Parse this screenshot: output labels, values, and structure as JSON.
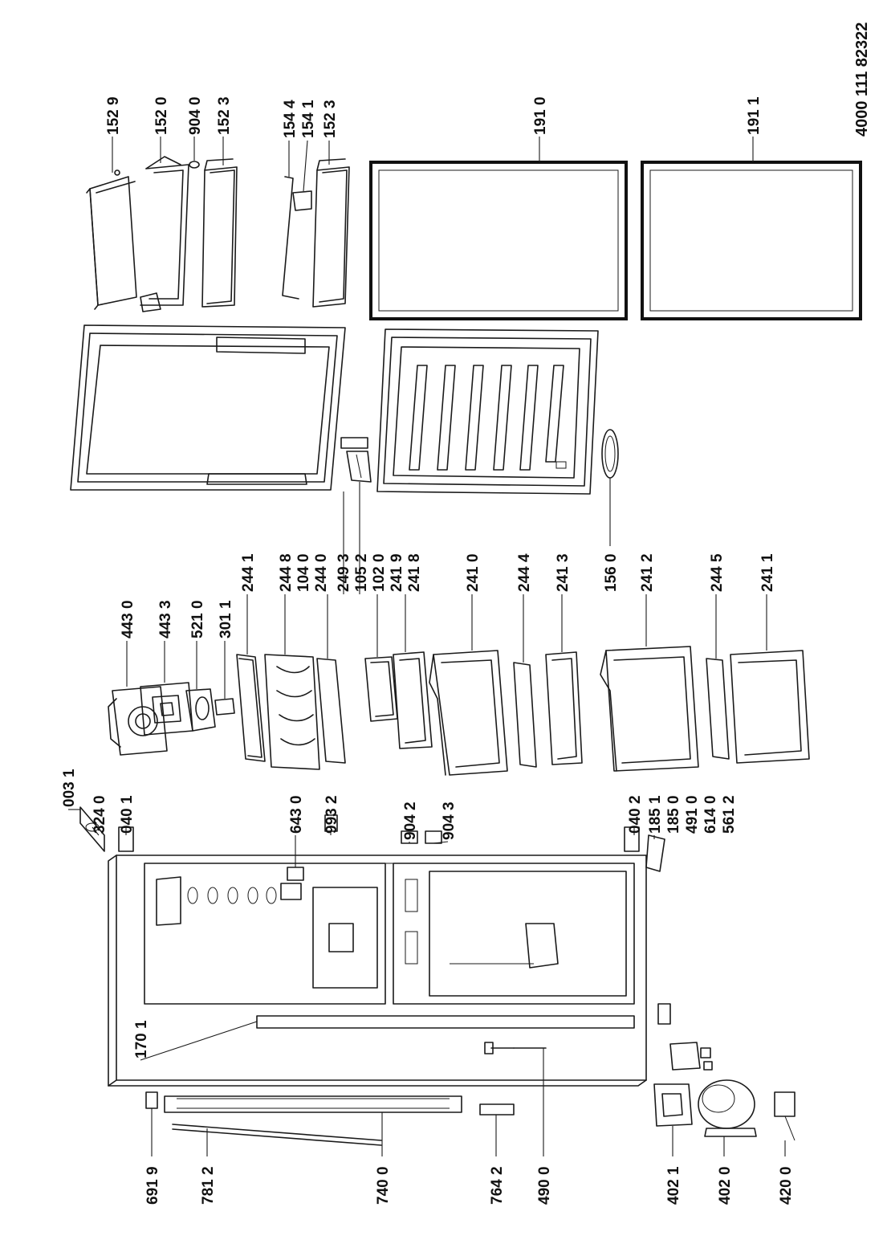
{
  "document_number": "4000 111 82322",
  "labels": {
    "l1529": "152 9",
    "l1520": "152 0",
    "l9040": "904 0",
    "l1523a": "152 3",
    "l1544": "154 4",
    "l1541": "154 1",
    "l1523b": "152 3",
    "l1910": "191 0",
    "l1911": "191 1",
    "l4430": "443 0",
    "l4433": "443 3",
    "l5210": "521 0",
    "l3011": "301 1",
    "l2441": "244 1",
    "l2448": "244 8",
    "l1040": "104 0",
    "l2440": "244 0",
    "l2493": "249 3",
    "l1052": "105 2",
    "l1020": "102 0",
    "l2419": "241 9",
    "l2418": "241 8",
    "l2410": "241 0",
    "l2444": "244 4",
    "l2413": "241 3",
    "l1560": "156 0",
    "l2412": "241 2",
    "l2445": "244 5",
    "l2411": "241 1",
    "l0031": "003 1",
    "l3240": "324 0",
    "l0401": "040 1",
    "l6430": "643 0",
    "l9932": "993 2",
    "l9042": "904 2",
    "l9043": "904 3",
    "l0402": "040 2",
    "l1851": "185 1",
    "l1850": "185 0",
    "l4910": "491 0",
    "l6140": "614 0",
    "l5612": "561 2",
    "l6919": "691 9",
    "l7812": "781 2",
    "l7400": "740 0",
    "l7642": "764 2",
    "l4900": "490 0",
    "l4021": "402 1",
    "l4020": "402 0",
    "l4200": "420 0",
    "l1701": "170 1"
  }
}
